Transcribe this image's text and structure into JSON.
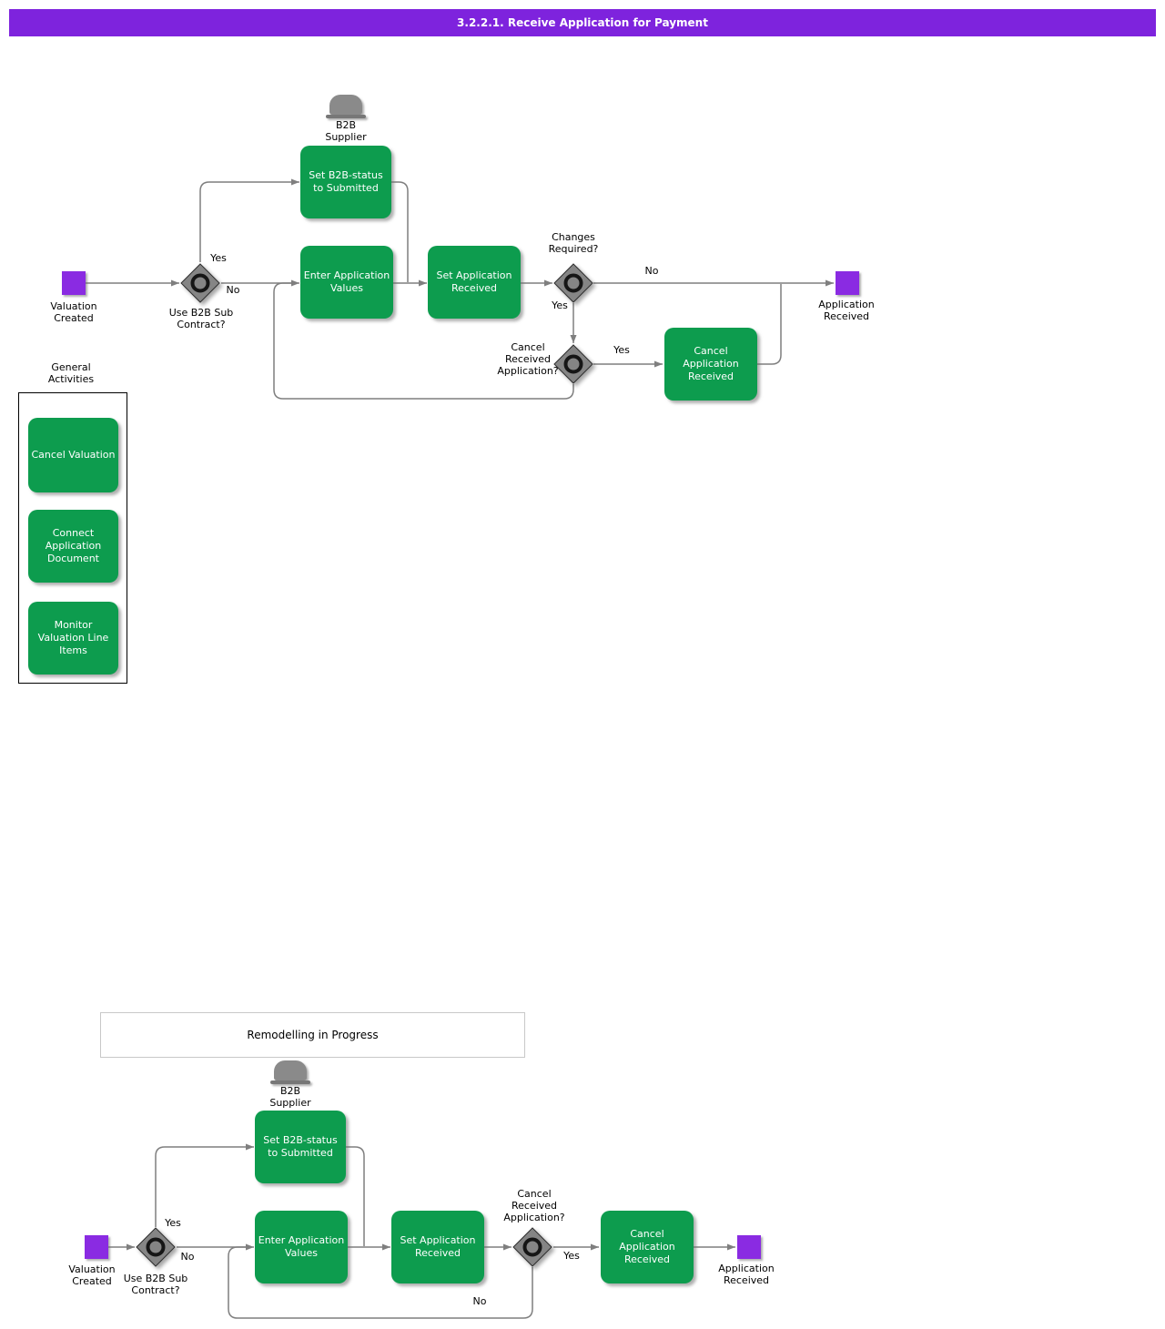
{
  "title_bar": {
    "title": "3.2.2.1. Receive Application for Payment"
  },
  "colors": {
    "green": "#0d9c4e",
    "purple": "#8a2be2",
    "header": "#7e23dd",
    "line": "#7f7f7f",
    "gray": "#858585"
  },
  "flow_top": {
    "start_label": "Valuation\nCreated",
    "decision_use_b2b": "Use B2B Sub\nContract?",
    "yes1": "Yes",
    "no1": "No",
    "actor_label": "B2B\nSupplier",
    "set_b2b_status": "Set B2B-status\nto Submitted",
    "enter_values": "Enter Application\nValues",
    "set_received": "Set Application\nReceived",
    "decision_changes": "Changes\nRequired?",
    "no2": "No",
    "yes2": "Yes",
    "decision_cancel": "Cancel\nReceived\nApplication?",
    "yes3": "Yes",
    "cancel_application": "Cancel\nApplication\nReceived",
    "end_label": "Application\nReceived"
  },
  "general_activities": {
    "title": "General\nActivities",
    "items": [
      "Cancel Valuation",
      "Connect\nApplication\nDocument",
      "Monitor\nValuation Line\nItems"
    ]
  },
  "remodelling": {
    "label": "Remodelling in Progress"
  },
  "flow_bottom": {
    "start_label": "Valuation\nCreated",
    "decision_use_b2b": "Use B2B Sub\nContract?",
    "yes1": "Yes",
    "no1": "No",
    "actor_label": "B2B\nSupplier",
    "set_b2b_status": "Set B2B-status\nto Submitted",
    "enter_values": "Enter Application\nValues",
    "set_received": "Set Application\nReceived",
    "decision_cancel": "Cancel\nReceived\nApplication?",
    "yes2": "Yes",
    "no2": "No",
    "cancel_application": "Cancel\nApplication\nReceived",
    "end_label": "Application\nReceived"
  }
}
